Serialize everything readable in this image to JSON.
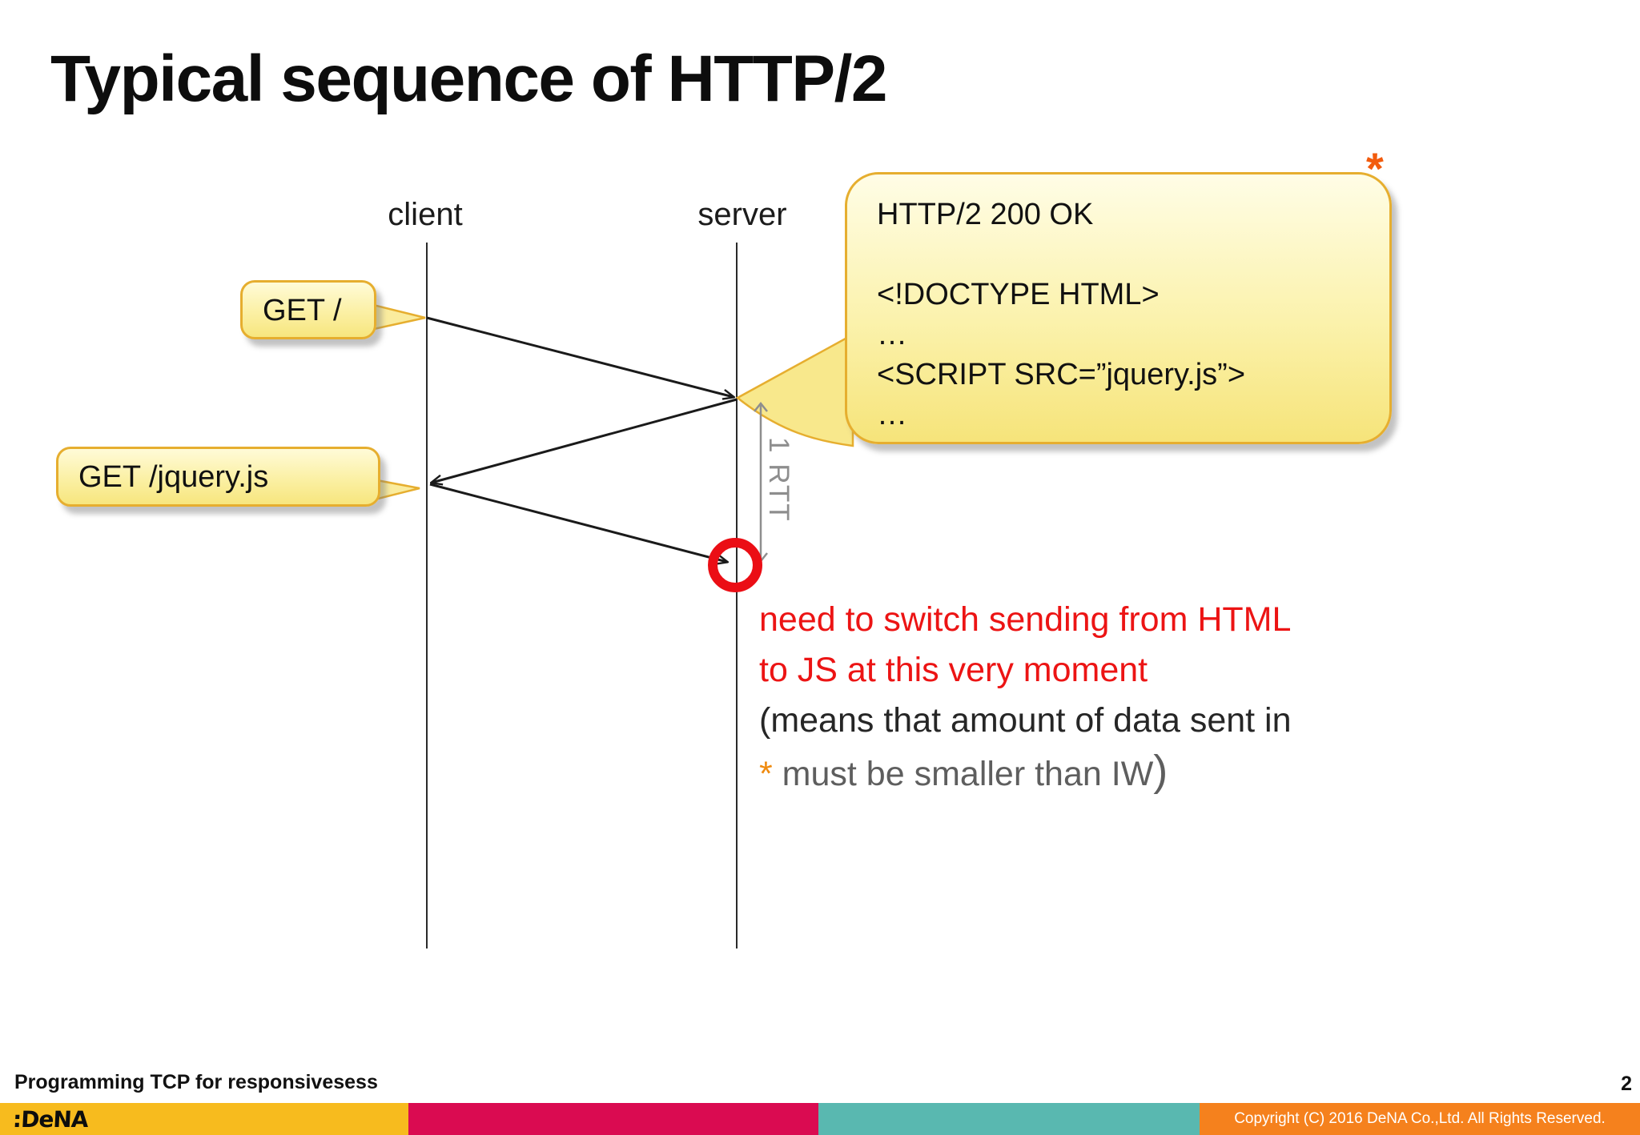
{
  "title": "Typical sequence of HTTP/2",
  "diagram": {
    "client_label": "client",
    "server_label": "server",
    "bubble_get_root": "GET /",
    "bubble_get_jquery": "GET /jquery.js",
    "response_bubble": {
      "lines": [
        "HTTP/2 200 OK",
        "",
        "<!DOCTYPE HTML>",
        "…",
        "<SCRIPT SRC=”jquery.js”>",
        "…"
      ]
    },
    "asterisk_marker": "*",
    "rtt_label": "1 RTT"
  },
  "annotation": {
    "red_line1": "need to switch sending from HTML",
    "red_line2": "to JS at this very moment",
    "black_line": "(means that amount of data sent in",
    "gray_asterisk": "*",
    "gray_text": " must be smaller than IW",
    "gray_paren": ")"
  },
  "footer": {
    "note": "Programming TCP for responsivesess",
    "page_number": "2",
    "logo": ":DeNA",
    "copyright": "Copyright (C) 2016 DeNA Co.,Ltd. All Rights Reserved."
  },
  "colors": {
    "bubble_border": "#E6AE2F",
    "bubble_fill_top": "#FFFBD8",
    "bubble_fill_bottom": "#F7E67E",
    "red_text": "#EC1414",
    "red_circle": "#EB0E15",
    "asterisk_top": "#F25B0D",
    "asterisk_inline": "#EF8A0E",
    "dimension_gray": "#8E8E8E",
    "bar_amber": "#F7BB1E",
    "bar_crimson": "#DA0B51",
    "bar_teal": "#59B8B0",
    "bar_orange": "#F5811D"
  }
}
